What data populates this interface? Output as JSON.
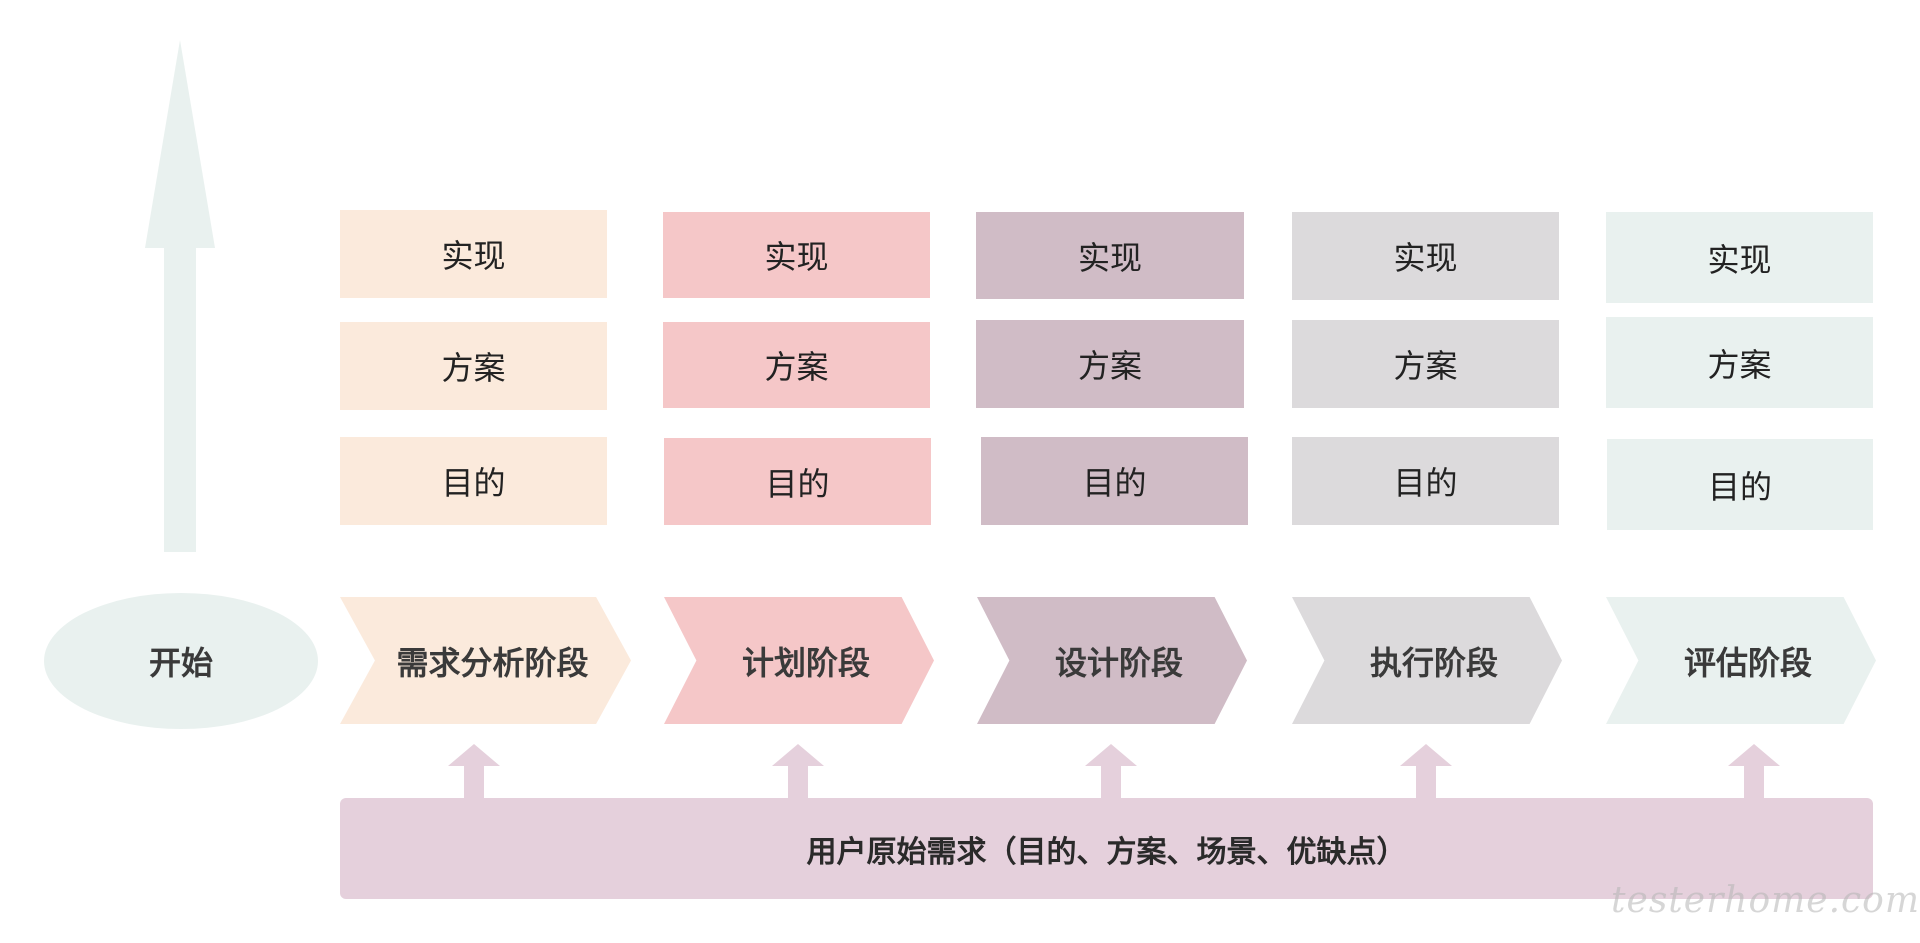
{
  "start": {
    "label": "开始",
    "color": "#e9f1ef"
  },
  "stages": [
    {
      "name": "需求分析阶段",
      "color": "#fbeadc",
      "boxes": [
        "实现",
        "方案",
        "目的"
      ]
    },
    {
      "name": "计划阶段",
      "color": "#f5c7c8",
      "boxes": [
        "实现",
        "方案",
        "目的"
      ]
    },
    {
      "name": "设计阶段",
      "color": "#d0bcc6",
      "boxes": [
        "实现",
        "方案",
        "目的"
      ]
    },
    {
      "name": "执行阶段",
      "color": "#dcdadc",
      "boxes": [
        "实现",
        "方案",
        "目的"
      ]
    },
    {
      "name": "评估阶段",
      "color": "#e9f1ef",
      "boxes": [
        "实现",
        "方案",
        "目的"
      ]
    }
  ],
  "base": {
    "label": "用户原始需求（目的、方案、场景、优缺点）",
    "color": "#e5d0dc",
    "arrow_color": "#e5d0dc"
  },
  "watermark": "testerhome.com"
}
